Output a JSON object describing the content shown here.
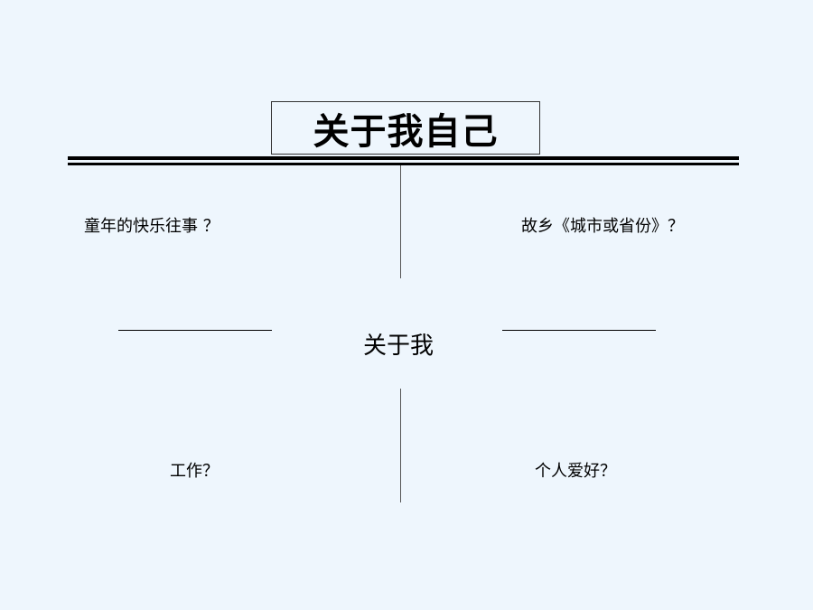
{
  "title": "关于我自己",
  "center": "关于我",
  "questions": {
    "childhood": "童年的快乐往事 ？",
    "hometown": "故乡《城市或省份》？",
    "work": "工作？",
    "hobbies": "个人爱好？"
  }
}
